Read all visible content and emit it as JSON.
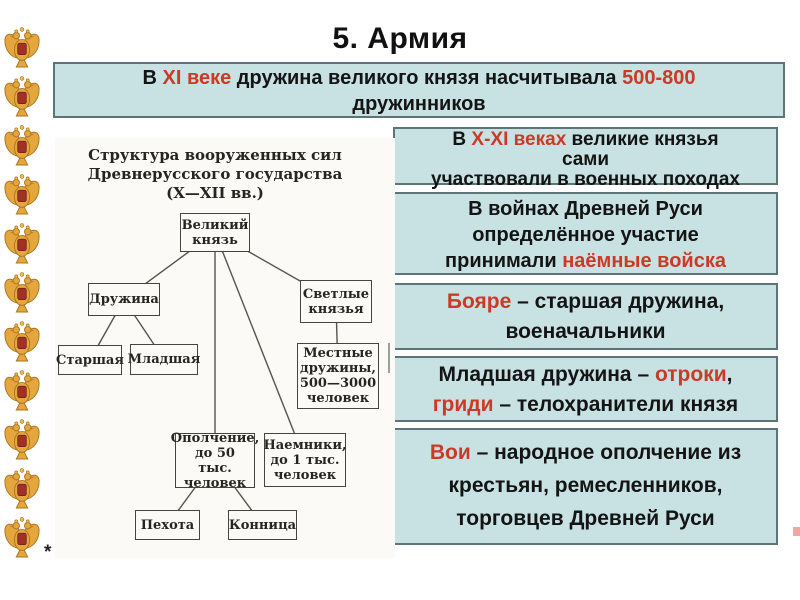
{
  "slide_title": "5. Армия",
  "footnote_star": "*",
  "colors": {
    "accent_red": "#cc3a25",
    "panel_bg": "#c8e1e3",
    "panel_border": "#5d7478"
  },
  "sidebar": {
    "emblem_name": "russia-coat-of-arms",
    "emblem_count": 11
  },
  "banner": {
    "lines": [
      [
        {
          "t": "В ",
          "c": "k"
        },
        {
          "t": "XI веке",
          "c": "r"
        },
        {
          "t": " дружина великого князя насчитывала ",
          "c": "k"
        },
        {
          "t": "500-800",
          "c": "r"
        }
      ],
      [
        {
          "t": "дружинников",
          "c": "k"
        }
      ]
    ]
  },
  "info_blocks": [
    {
      "id": "princes-participation",
      "lines": [
        [
          {
            "t": "В ",
            "c": "k"
          },
          {
            "t": "X-XI веках",
            "c": "r"
          },
          {
            "t": " великие князья",
            "c": "k"
          }
        ],
        [
          {
            "t": "сами",
            "c": "k"
          }
        ],
        [
          {
            "t": "участвовали в военных походах",
            "c": "k"
          }
        ]
      ]
    },
    {
      "id": "mercenaries",
      "lines": [
        [
          {
            "t": "В войнах Древней Руси",
            "c": "k"
          }
        ],
        [
          {
            "t": "определённое участие",
            "c": "k"
          }
        ],
        [
          {
            "t": "принимали ",
            "c": "k"
          },
          {
            "t": "наёмные войска",
            "c": "r"
          }
        ]
      ]
    },
    {
      "id": "boyare",
      "lines": [
        [
          {
            "t": "Бояре",
            "c": "r"
          },
          {
            "t": " – старшая дружина,",
            "c": "k"
          }
        ],
        [
          {
            "t": "военачальники",
            "c": "k"
          }
        ]
      ]
    },
    {
      "id": "mladshaya-druzhina",
      "lines": [
        [
          {
            "t": "Младшая дружина – ",
            "c": "k"
          },
          {
            "t": "отроки",
            "c": "r"
          },
          {
            "t": ",",
            "c": "k"
          }
        ],
        [
          {
            "t": "гриди",
            "c": "r"
          },
          {
            "t": " – телохранители князя",
            "c": "k"
          }
        ]
      ]
    },
    {
      "id": "voi",
      "lines": [
        [
          {
            "t": "Вои",
            "c": "r"
          },
          {
            "t": " – народное ополчение из",
            "c": "k"
          }
        ],
        [
          {
            "t": "крестьян, ремесленников,",
            "c": "k"
          }
        ],
        [
          {
            "t": "торговцев Древней Руси",
            "c": "k"
          }
        ]
      ]
    }
  ],
  "diagram": {
    "title_lines": [
      "Структура вооруженных сил",
      "Древнерусского государства",
      "(X—XII вв.)"
    ],
    "nodes": [
      {
        "id": "velikiy",
        "label_lines": [
          "Великий",
          "князь"
        ]
      },
      {
        "id": "druzhina",
        "label_lines": [
          "Дружина"
        ]
      },
      {
        "id": "svetlye",
        "label_lines": [
          "Светлые",
          "князья"
        ]
      },
      {
        "id": "starshaya",
        "label_lines": [
          "Старшая"
        ]
      },
      {
        "id": "mladshaya",
        "label_lines": [
          "Младшая"
        ]
      },
      {
        "id": "mestnye",
        "label_lines": [
          "Местные",
          "дружины,",
          "500—3000",
          "человек"
        ]
      },
      {
        "id": "opolchenie",
        "label_lines": [
          "Ополчение,",
          "до 50 тыс.",
          "человек"
        ]
      },
      {
        "id": "naemniki",
        "label_lines": [
          "Наемники,",
          "до 1 тыс.",
          "человек"
        ]
      },
      {
        "id": "pehota",
        "label_lines": [
          "Пехота"
        ]
      },
      {
        "id": "konnitsa",
        "label_lines": [
          "Конница"
        ]
      }
    ],
    "edges": [
      {
        "from": "velikiy",
        "to": "druzhina"
      },
      {
        "from": "velikiy",
        "to": "svetlye"
      },
      {
        "from": "velikiy",
        "to": "opolchenie"
      },
      {
        "from": "velikiy",
        "to": "naemniki"
      },
      {
        "from": "druzhina",
        "to": "starshaya"
      },
      {
        "from": "druzhina",
        "to": "mladshaya"
      },
      {
        "from": "svetlye",
        "to": "mestnye"
      },
      {
        "from": "opolchenie",
        "to": "pehota"
      },
      {
        "from": "opolchenie",
        "to": "konnitsa"
      }
    ]
  }
}
